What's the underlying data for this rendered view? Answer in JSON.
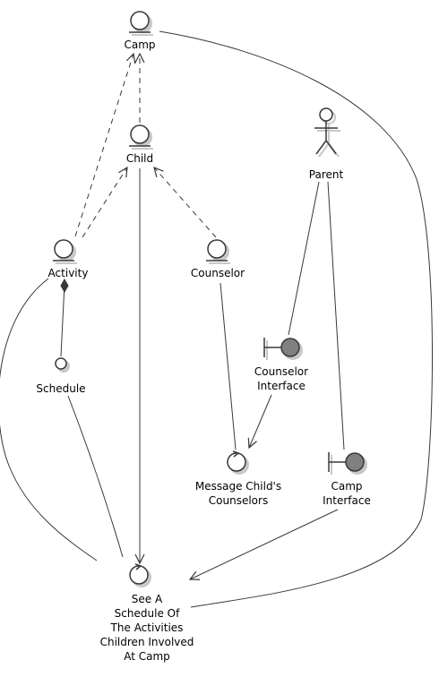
{
  "nodes": {
    "camp": {
      "label": "Camp",
      "kind": "entity"
    },
    "child": {
      "label": "Child",
      "kind": "entity"
    },
    "activity": {
      "label": "Activity",
      "kind": "entity"
    },
    "counselor": {
      "label": "Counselor",
      "kind": "entity"
    },
    "schedule": {
      "label": "Schedule",
      "kind": "interface-circle"
    },
    "parent": {
      "label": "Parent",
      "kind": "actor"
    },
    "counselor_interface": {
      "label": "Counselor\nInterface",
      "kind": "boundary"
    },
    "camp_interface": {
      "label": "Camp\nInterface",
      "kind": "boundary"
    },
    "message_counselors": {
      "label": "Message Child's\nCounselors",
      "kind": "control"
    },
    "see_schedule": {
      "label": "See A\nSchedule Of\nThe Activities\nChildren Involved\nAt Camp",
      "kind": "control"
    }
  },
  "edges": [
    {
      "from": "child",
      "to": "camp",
      "style": "dashed-arrow"
    },
    {
      "from": "activity",
      "to": "camp",
      "style": "dashed-arrow"
    },
    {
      "from": "activity",
      "to": "child",
      "style": "dashed-arrow"
    },
    {
      "from": "counselor",
      "to": "child",
      "style": "dashed-arrow"
    },
    {
      "from": "activity",
      "to": "schedule",
      "style": "composition"
    },
    {
      "from": "child",
      "to": "see_schedule",
      "style": "arrow"
    },
    {
      "from": "schedule",
      "to": "see_schedule",
      "style": "line"
    },
    {
      "from": "activity",
      "to": "see_schedule",
      "style": "line"
    },
    {
      "from": "camp",
      "to": "see_schedule",
      "style": "line"
    },
    {
      "from": "parent",
      "to": "counselor_interface",
      "style": "line"
    },
    {
      "from": "parent",
      "to": "camp_interface",
      "style": "line"
    },
    {
      "from": "counselor_interface",
      "to": "message_counselors",
      "style": "arrow"
    },
    {
      "from": "counselor",
      "to": "message_counselors",
      "style": "line"
    },
    {
      "from": "camp_interface",
      "to": "see_schedule",
      "style": "arrow"
    }
  ],
  "colors": {
    "stroke": "#383838",
    "boundary_fill": "#808080",
    "shadow": "#c8c8c8"
  }
}
